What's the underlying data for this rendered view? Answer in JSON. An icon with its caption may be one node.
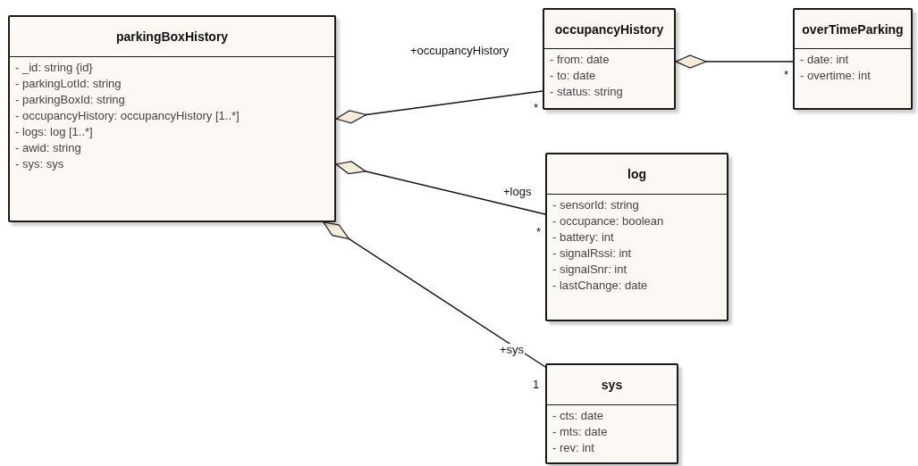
{
  "diagram": {
    "nodes": [
      {
        "text": [
          "parkingBoxHistory",
          "- _id: string {id}",
          "- parkingLotId: string",
          "- parkingBoxId: string",
          "- occupancyHistory: occupancyHistory [1..*]",
          "- logs: log [1..*]",
          "- awid: string",
          "- sys: sys"
        ]
      },
      {
        "text": [
          "occupancyHistory",
          "- from: date",
          "- to: date",
          "- status: string"
        ],
        "beside": [
          "*"
        ]
      },
      {
        "text": [
          "overTimeParking",
          "- date: int",
          "- overtime: int"
        ],
        "beside": [
          "*"
        ]
      },
      {
        "text": [
          "log",
          "- sensorId: string",
          "- occupance: boolean",
          "- battery: int",
          "- signalRssi: int",
          "- signalSnr: int",
          "- lastChange: date"
        ],
        "beside": [
          "*"
        ]
      },
      {
        "text": [
          "sys",
          "- cts: date",
          "- mts: date",
          "- rev: int"
        ],
        "beside": [
          "1"
        ]
      }
    ],
    "edges": [
      {
        "from": 0,
        "to": 1,
        "arrow": "other",
        "label": "+occupancyHistory"
      },
      {
        "from": 1,
        "to": 2,
        "arrow": "other"
      },
      {
        "from": 0,
        "to": 3,
        "arrow": "other",
        "label": "+logs"
      },
      {
        "from": 0,
        "to": 4,
        "arrow": "other",
        "label": "+sys"
      }
    ]
  }
}
